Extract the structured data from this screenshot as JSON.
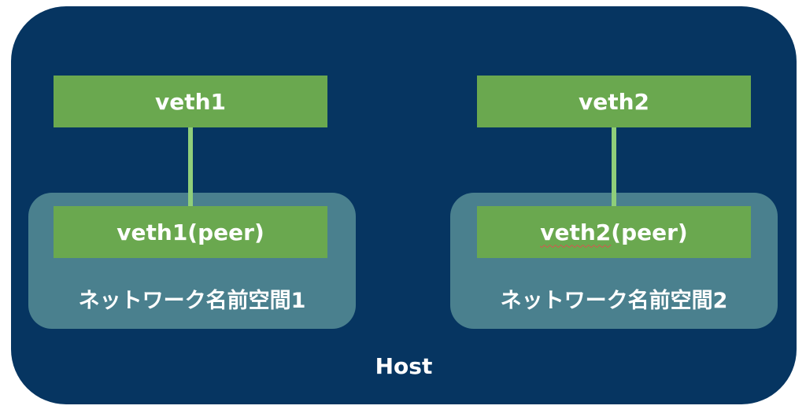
{
  "host": {
    "label": "Host"
  },
  "namespaces": [
    {
      "veth": "veth1",
      "peer": "veth1(peer)",
      "label": "ネットワーク名前空間1"
    },
    {
      "veth": "veth2",
      "peer_name": "veth2",
      "peer_suffix": "(peer)",
      "label": "ネットワーク名前空間2"
    }
  ],
  "colors": {
    "host_bg": "#063561",
    "namespace_bg": "#4a808e",
    "interface_bg": "#6aa84f",
    "link": "#8fce7a",
    "text": "#ffffff"
  }
}
